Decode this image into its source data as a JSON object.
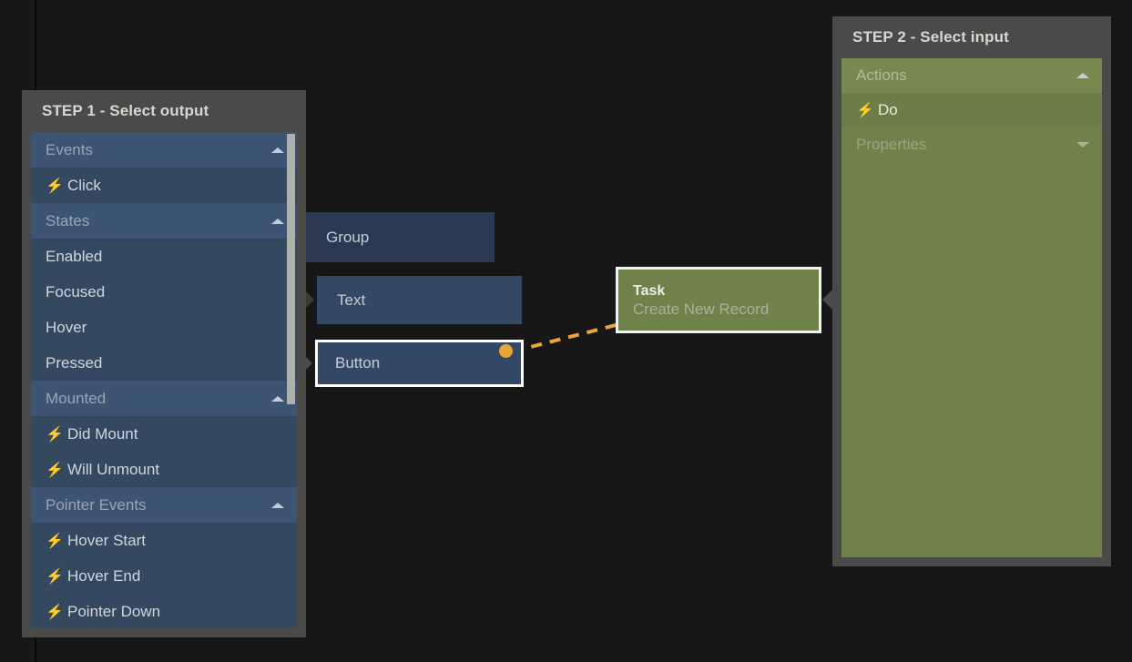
{
  "canvas": {
    "background_color": "#171717",
    "nodes": [
      {
        "id": "group",
        "label": "Group",
        "sublabel": ""
      },
      {
        "id": "text",
        "label": "Text",
        "sublabel": ""
      },
      {
        "id": "button",
        "label": "Button",
        "sublabel": ""
      },
      {
        "id": "task",
        "label": "Task",
        "sublabel": "Create New Record"
      }
    ],
    "connection": {
      "from": "button",
      "to": "task",
      "style": "dashed",
      "color": "#e8a63a"
    }
  },
  "step1": {
    "title": "STEP 1 - Select output",
    "accent_color": "#34495f",
    "rows": [
      {
        "type": "group",
        "label": "Events",
        "caret": "up"
      },
      {
        "type": "item",
        "label": "Click",
        "bolt": true,
        "selected": true
      },
      {
        "type": "group",
        "label": "States",
        "caret": "up"
      },
      {
        "type": "item",
        "label": "Enabled",
        "bolt": false
      },
      {
        "type": "item",
        "label": "Focused",
        "bolt": false
      },
      {
        "type": "item",
        "label": "Hover",
        "bolt": false
      },
      {
        "type": "item",
        "label": "Pressed",
        "bolt": false
      },
      {
        "type": "group",
        "label": "Mounted",
        "caret": "up"
      },
      {
        "type": "item",
        "label": "Did Mount",
        "bolt": true
      },
      {
        "type": "item",
        "label": "Will Unmount",
        "bolt": true
      },
      {
        "type": "group",
        "label": "Pointer Events",
        "caret": "up"
      },
      {
        "type": "item",
        "label": "Hover Start",
        "bolt": true
      },
      {
        "type": "item",
        "label": "Hover End",
        "bolt": true
      },
      {
        "type": "item",
        "label": "Pointer Down",
        "bolt": true
      }
    ]
  },
  "step2": {
    "title": "STEP 2 - Select input",
    "accent_color": "#6e8249",
    "rows": [
      {
        "type": "group",
        "label": "Actions",
        "caret": "up"
      },
      {
        "type": "item",
        "label": "Do",
        "bolt": true
      },
      {
        "type": "group",
        "label": "Properties",
        "caret": "down",
        "dim": true
      }
    ]
  },
  "icons": {
    "bolt": "⚡"
  }
}
